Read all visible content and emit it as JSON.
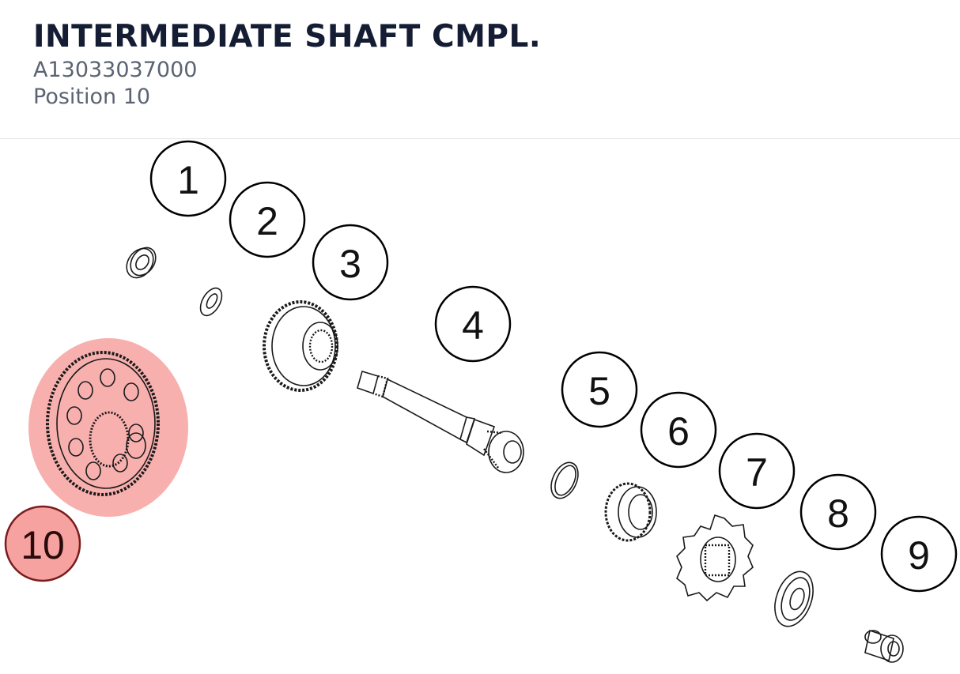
{
  "header": {
    "title": "INTERMEDIATE SHAFT CMPL.",
    "part_number": "A13033037000",
    "position": "Position 10"
  },
  "diagram": {
    "callouts": [
      {
        "label": "1",
        "highlighted": false
      },
      {
        "label": "2",
        "highlighted": false
      },
      {
        "label": "3",
        "highlighted": false
      },
      {
        "label": "4",
        "highlighted": false
      },
      {
        "label": "5",
        "highlighted": false
      },
      {
        "label": "6",
        "highlighted": false
      },
      {
        "label": "7",
        "highlighted": false
      },
      {
        "label": "8",
        "highlighted": false
      },
      {
        "label": "9",
        "highlighted": false
      },
      {
        "label": "10",
        "highlighted": true
      }
    ],
    "colors": {
      "highlight_fill": "#f6a2a0",
      "highlight_stroke": "#7a1c1c",
      "title": "#141d33",
      "subtitle": "#5b6472"
    }
  }
}
